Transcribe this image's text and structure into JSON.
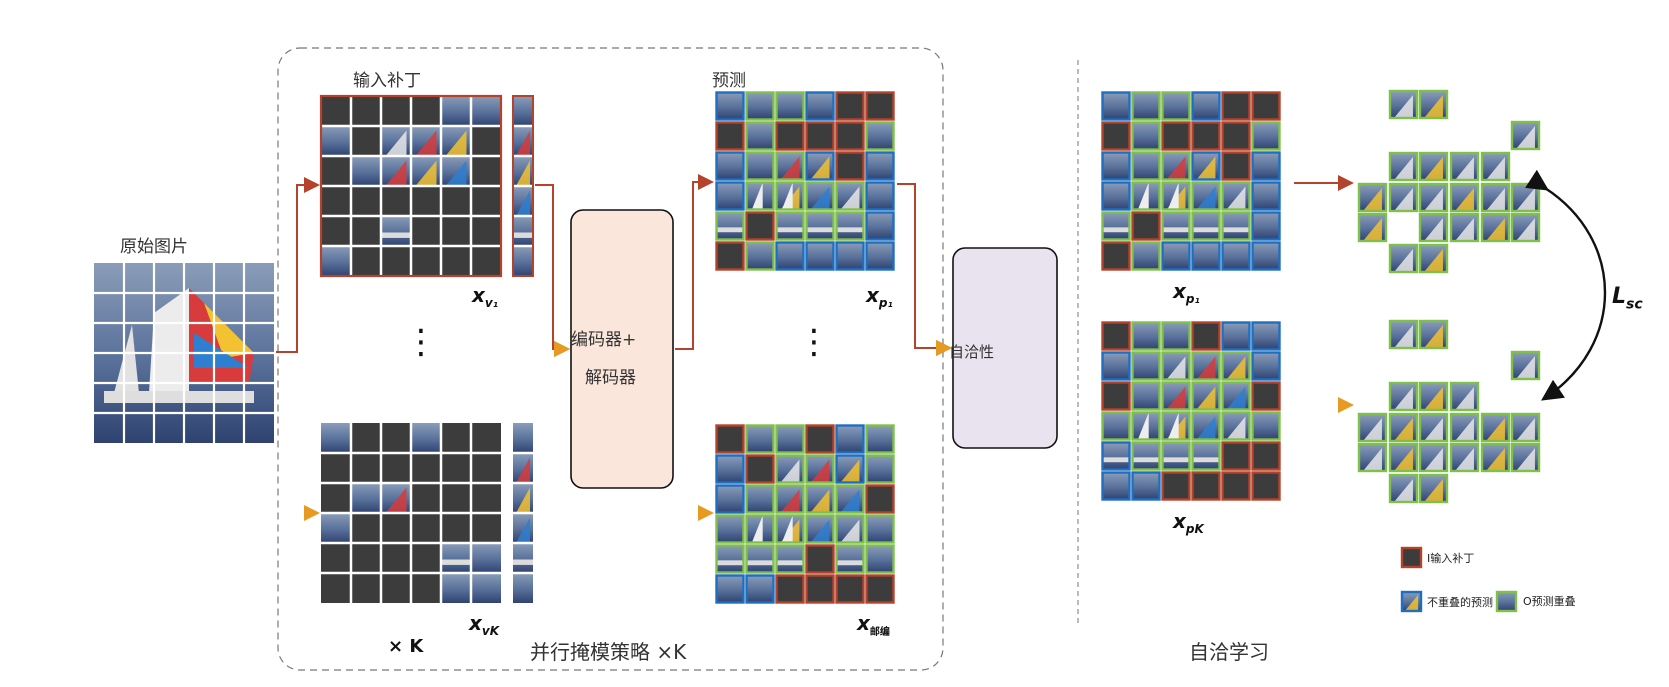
{
  "labels": {
    "original_image": "原始图片",
    "input_patches": "输入补丁",
    "prediction": "预测",
    "encoder_decoder_line1": "编码器+",
    "encoder_decoder_line2": "解码器",
    "self_consistency": "自洽性",
    "times_k_left": "× K",
    "parallel_masking": "并行掩模策略 ×K",
    "self_consistent_learning": "自洽学习",
    "loss": "L",
    "loss_sub": "sc"
  },
  "math": {
    "xv1": "x",
    "xv1_sub": "v₁",
    "xvk": "x",
    "xvk_sub": "vK",
    "xp1": "x",
    "xp1_sub": "p₁",
    "x_last": "x",
    "x_last_sub": "邮编",
    "xp1_right": "x",
    "xp1_right_sub": "p₁",
    "xpk_right": "x",
    "xpk_right_sub": "pK"
  },
  "ellipsis": "⋮",
  "legend": {
    "input_patch": "I输入补丁",
    "non_overlap_pred": "不重叠的预测",
    "overlap_pred": "O预测重叠"
  },
  "colors": {
    "red_branch": "#b5432b",
    "orange_branch": "#e69a22",
    "encoder_fill": "#fbe6db",
    "consistency_fill": "#e8e3ee",
    "mask": "#3c3c3c",
    "green": "#7fc04a",
    "blue": "#1f6fc0",
    "red": "#b5432b"
  }
}
